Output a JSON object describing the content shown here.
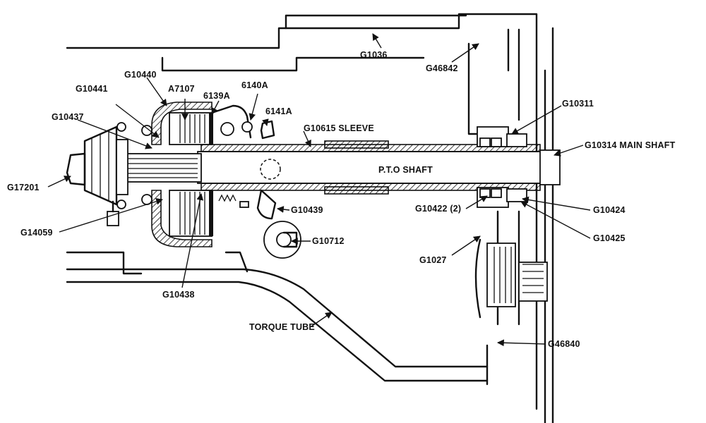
{
  "labels": {
    "g1036": "G1036",
    "g46842": "G46842",
    "g10440": "G10440",
    "a7107": "A7107",
    "g139a": "6139A",
    "g140a": "6140A",
    "g10441": "G10441",
    "g141a": "6141A",
    "g10311": "G10311",
    "g10437": "G10437",
    "g10615": "G10615 SLEEVE",
    "g10314": "G10314 MAIN SHAFT",
    "pto": "P.T.O SHAFT",
    "g17201": "G17201",
    "g10439": "G10439",
    "g10422": "G10422 (2)",
    "g10424": "G10424",
    "g14059": "G14059",
    "g10712": "G10712",
    "g10425": "G10425",
    "g1027": "G1027",
    "g10438": "G10438",
    "torque": "TORQUE TUBE",
    "g46840": "G46840"
  }
}
